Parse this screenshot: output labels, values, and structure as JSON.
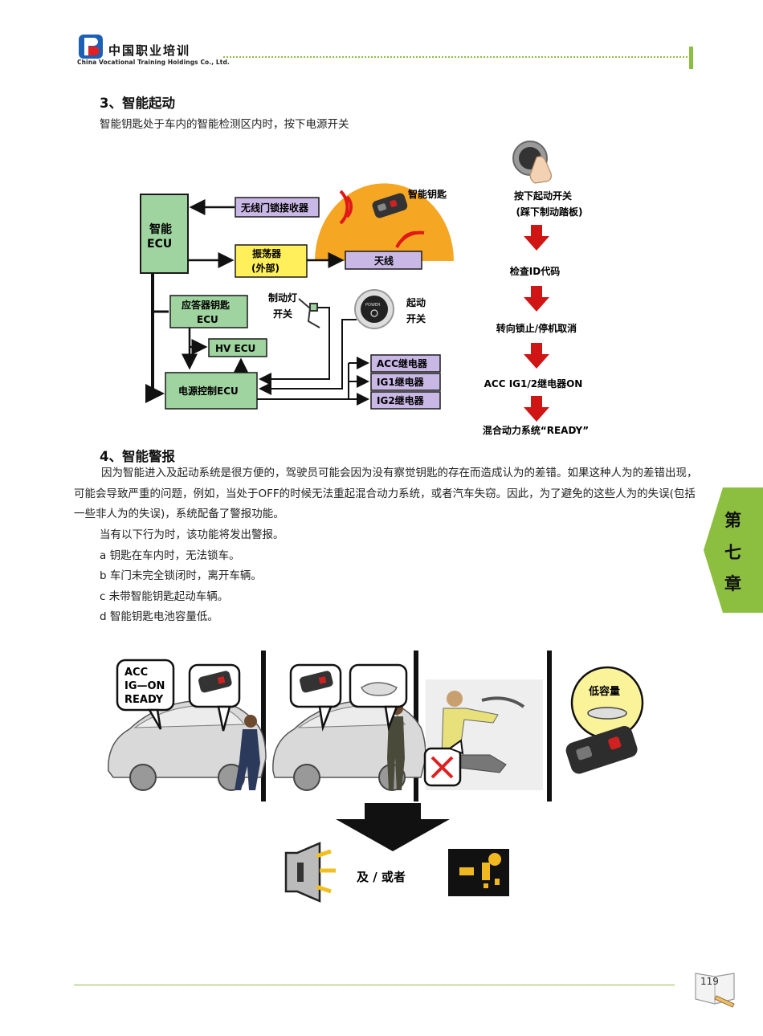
{
  "header": {
    "logo_cn": "中国职业培训",
    "logo_en": "China Vocational Training Holdings Co., Ltd."
  },
  "section3": {
    "title": "3、智能起动",
    "text": "智能钥匙处于车内的智能检测区内时，按下电源开关"
  },
  "diagram1": {
    "ecu_line1": "智能",
    "ecu_line2": "ECU",
    "wireless_receiver": "无线门锁接收器",
    "oscillator_line1": "振荡器",
    "oscillator_line2": "(外部)",
    "antenna": "天线",
    "smart_key": "智能钥匙",
    "transponder_line1": "应答器钥匙",
    "transponder_line2": "ECU",
    "brake_switch_line1": "制动灯",
    "brake_switch_line2": "开关",
    "start_switch_line1": "起动",
    "start_switch_line2": "开关",
    "power_label": "POWER",
    "hv_ecu": "HV ECU",
    "power_ecu": "电源控制ECU",
    "relay_acc": "ACC继电器",
    "relay_ig1": "IG1继电器",
    "relay_ig2": "IG2继电器"
  },
  "flow": {
    "steps": [
      "按下起动开关",
      "(踩下制动踏板)",
      "检查ID代码",
      "转向锁止/停机取消",
      "ACC IG1/2继电器ON",
      "混合动力系统“READY”"
    ]
  },
  "section4": {
    "title": "4、智能警报",
    "paragraph": "因为智能进入及起动系统是很方便的，驾驶员可能会因为没有察觉钥匙的存在而造成认为的差错。如果这种人为的差错出现，可能会导致严重的问题，例如，当处于OFF的时候无法重起混合动力系统，或者汽车失窃。因此，为了避免的这些人为的失误(包括一些非人为的失误)，系统配备了警报功能。",
    "intro": "当有以下行为时，该功能将发出警报。",
    "conditions": [
      "a 钥匙在车内时，无法锁车。",
      "b 车门未完全锁闭时，离开车辆。",
      "c 未带智能钥匙起动车辆。",
      "d 智能钥匙电池容量低。"
    ]
  },
  "diagram2": {
    "bubble1_line1": "ACC",
    "bubble1_line2": "IG—ON",
    "bubble1_line3": "READY",
    "low_battery": "低容量",
    "and_or": "及 / 或者"
  },
  "chapter_tab": {
    "chars": [
      "第",
      "七",
      "章"
    ]
  },
  "footer": {
    "page_number": "119"
  },
  "colors": {
    "accent_green": "#8cbf3f",
    "box_green": "#9fd39f",
    "box_yellow": "#ffef5a",
    "box_purple": "#c9b8e6",
    "arrow_red": "#d01515",
    "dome_orange": "#f5a623"
  }
}
